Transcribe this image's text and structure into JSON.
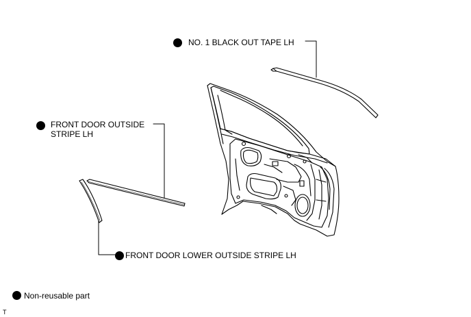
{
  "callouts": {
    "black_out_tape": "NO. 1 BLACK OUT TAPE LH",
    "outside_stripe_line1": "FRONT DOOR OUTSIDE",
    "outside_stripe_line2": "STRIPE LH",
    "lower_outside_stripe": "FRONT DOOR LOWER OUTSIDE STRIPE LH"
  },
  "legend": {
    "symbol": "black-dot",
    "label": "Non-reusable part"
  },
  "corner_mark": "T"
}
